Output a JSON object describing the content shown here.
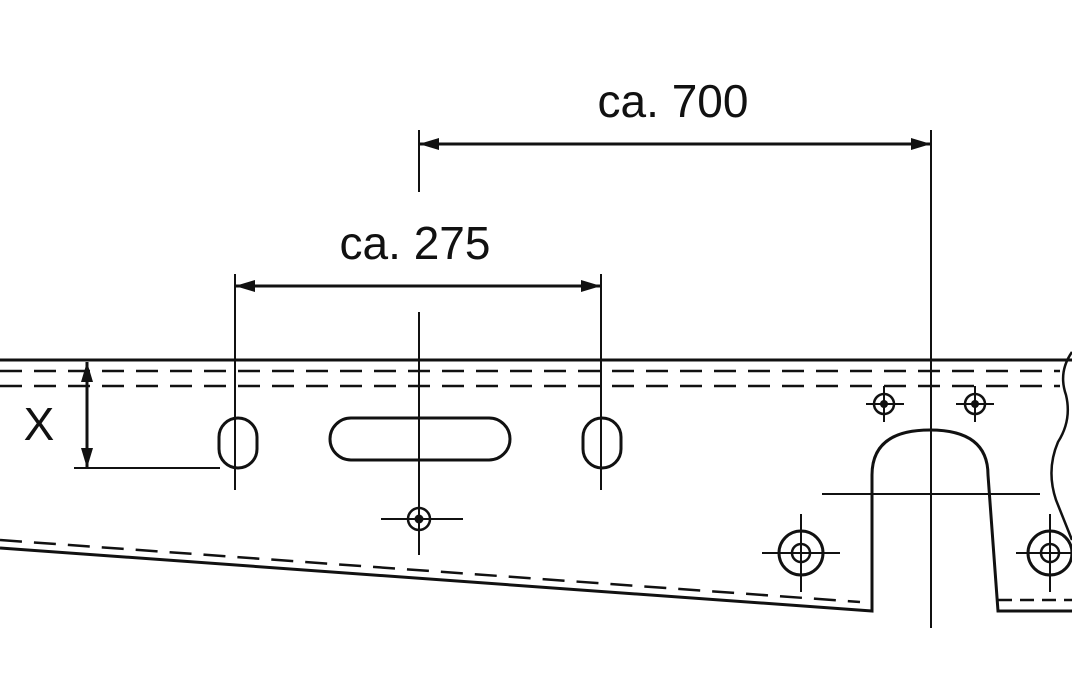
{
  "dimensions": {
    "outer_spacing": "ca. 700",
    "inner_spacing": "ca. 275",
    "height_label": "X"
  },
  "colors": {
    "line": "#111111",
    "background": "#ffffff"
  }
}
